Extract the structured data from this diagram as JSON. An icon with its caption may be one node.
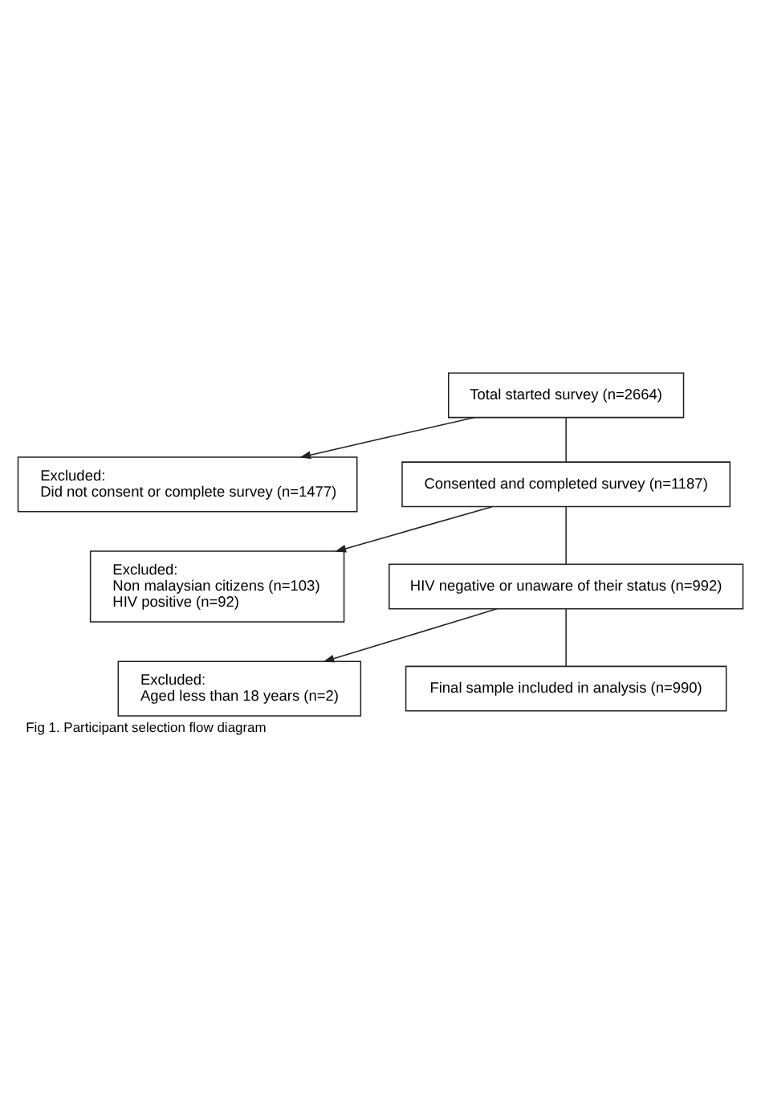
{
  "diagram": {
    "caption": "Fig 1. Participant selection flow diagram",
    "nodes": [
      {
        "text": [
          "Total started survey (n=2664)"
        ]
      },
      {
        "text": [
          "Excluded:",
          "Did not consent or complete survey (n=1477)"
        ]
      },
      {
        "text": [
          "Consented and completed survey (n=1187)"
        ]
      },
      {
        "text": [
          "Excluded:",
          "Non malaysian citizens (n=103)",
          "HIV positive (n=92)"
        ]
      },
      {
        "text": [
          "HIV negative or unaware of their status (n=992)"
        ]
      },
      {
        "text": [
          "Excluded:",
          "Aged less than 18 years (n=2)"
        ]
      },
      {
        "text": [
          "Final sample included in analysis (n=990)"
        ]
      }
    ],
    "edges": [
      {
        "from": 0,
        "to": 1,
        "arrow": "to"
      },
      {
        "from": 0,
        "to": 2,
        "arrow": "none"
      },
      {
        "from": 2,
        "to": 3,
        "arrow": "to"
      },
      {
        "from": 2,
        "to": 4,
        "arrow": "none"
      },
      {
        "from": 4,
        "to": 5,
        "arrow": "to"
      },
      {
        "from": 4,
        "to": 6,
        "arrow": "none"
      }
    ]
  }
}
